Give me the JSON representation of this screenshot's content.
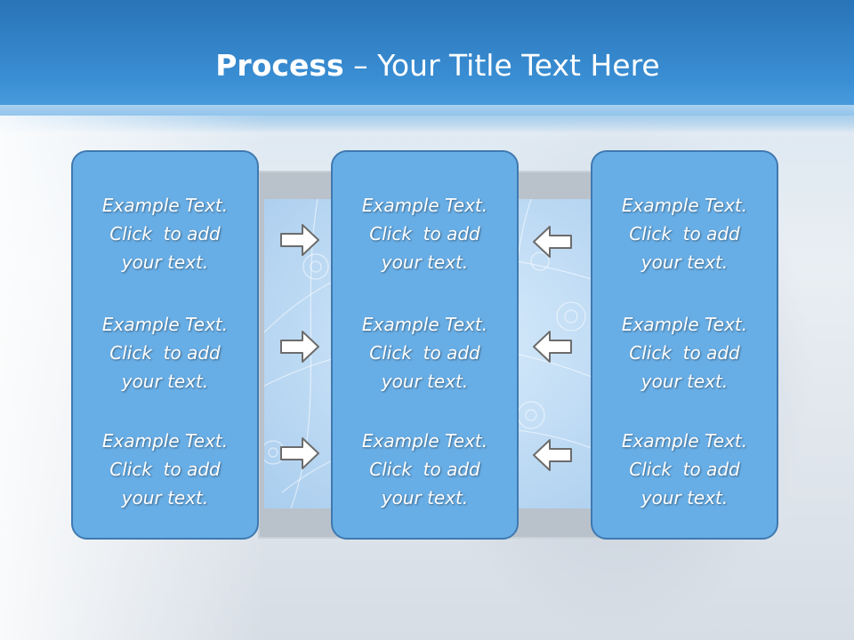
{
  "slide": {
    "title_bold": "Process",
    "title_rest": " – Your Title Text Here"
  },
  "columns": [
    {
      "entries": [
        {
          "line1": "Example Text.",
          "line2": "Click  to add",
          "line3": "your text."
        },
        {
          "line1": "Example Text.",
          "line2": "Click  to add",
          "line3": "your text."
        },
        {
          "line1": "Example Text.",
          "line2": "Click  to add",
          "line3": "your text."
        }
      ]
    },
    {
      "entries": [
        {
          "line1": "Example Text.",
          "line2": "Click  to add",
          "line3": "your text."
        },
        {
          "line1": "Example Text.",
          "line2": "Click  to add",
          "line3": "your text."
        },
        {
          "line1": "Example Text.",
          "line2": "Click  to add",
          "line3": "your text."
        }
      ]
    },
    {
      "entries": [
        {
          "line1": "Example Text.",
          "line2": "Click  to add",
          "line3": "your text."
        },
        {
          "line1": "Example Text.",
          "line2": "Click  to add",
          "line3": "your text."
        },
        {
          "line1": "Example Text.",
          "line2": "Click  to add",
          "line3": "your text."
        }
      ]
    }
  ],
  "arrows": {
    "left_group": "right-arrow-icon",
    "right_group": "left-arrow-icon"
  },
  "colors": {
    "box_fill": "#68aee6",
    "box_border": "#3f79b0",
    "header_blue": "#3a8fd4"
  }
}
